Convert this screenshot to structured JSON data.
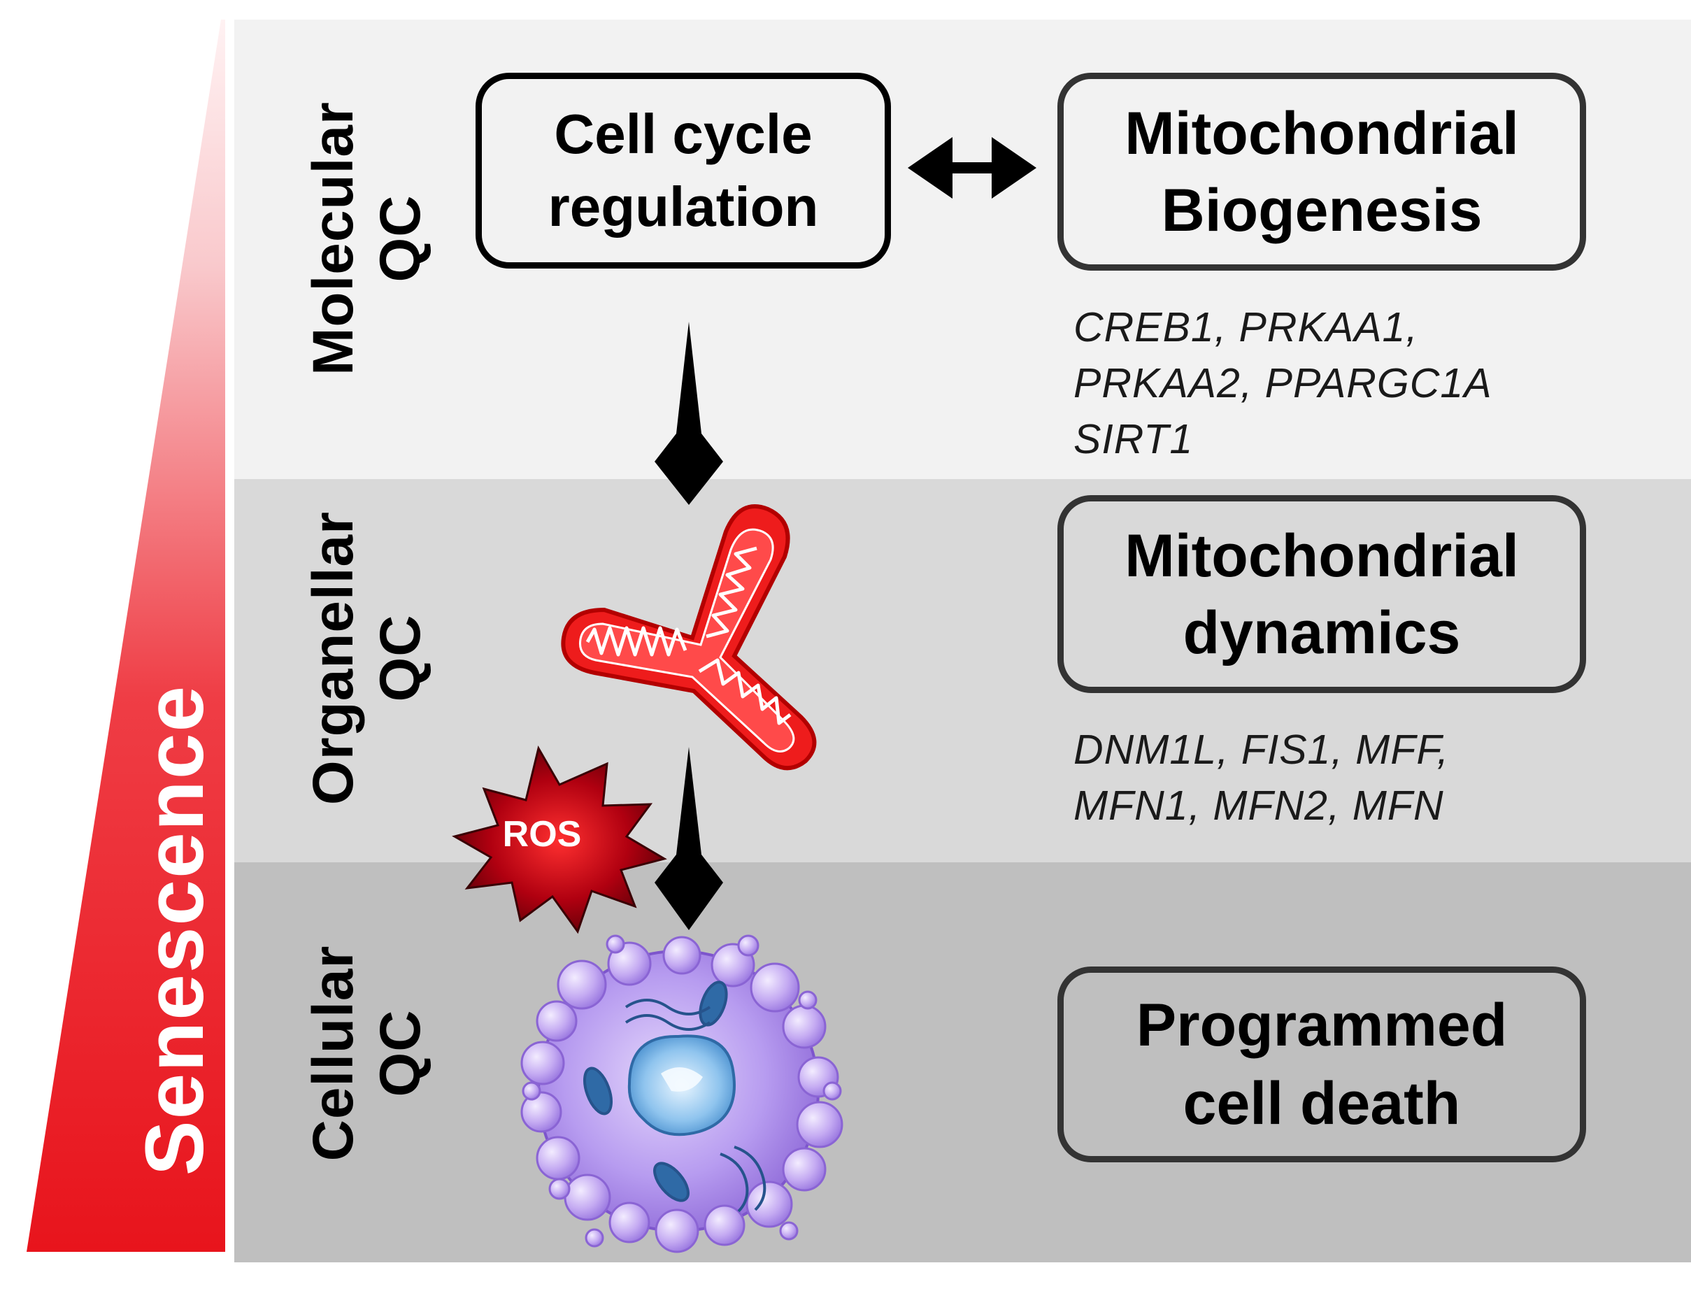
{
  "side_label": "Senescence",
  "levels": [
    {
      "line1": "Molecular",
      "line2": "QC"
    },
    {
      "line1": "Organellar",
      "line2": "QC"
    },
    {
      "line1": "Cellular",
      "line2": "QC"
    }
  ],
  "boxes": {
    "cell_cycle": {
      "line1": "Cell cycle",
      "line2": "regulation"
    },
    "biogenesis": {
      "line1": "Mitochondrial",
      "line2": "Biogenesis"
    },
    "dynamics": {
      "line1": "Mitochondrial",
      "line2": "dynamics"
    },
    "death": {
      "line1": "Programmed",
      "line2": "cell death"
    }
  },
  "genes": {
    "biogenesis": [
      "CREB1, PRKAA1,",
      "PRKAA2, PPARGC1A",
      "SIRT1"
    ],
    "dynamics": [
      "DNM1L, FIS1, MFF,",
      "MFN1, MFN2, MFN"
    ]
  },
  "ros_label": "ROS",
  "colors": {
    "band_molecular": "#f2f2f2",
    "band_organellar": "#d9d9d9",
    "band_cellular": "#bfbfbf",
    "senescence_red": "#e8141c",
    "mitochondrion_red": "#ee1c1c",
    "cell_purple": "#b18ee8"
  }
}
